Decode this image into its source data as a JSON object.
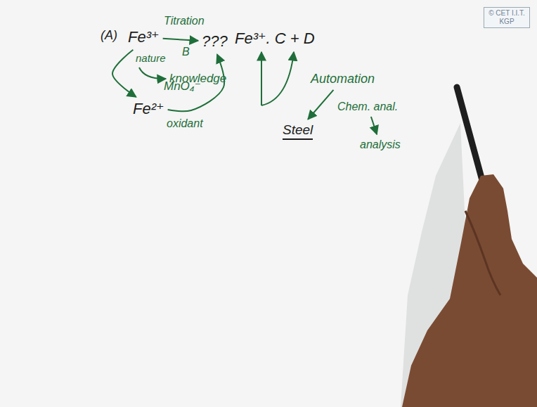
{
  "diagram": {
    "nodes": [
      {
        "text": [
          "Fe³⁺"
        ]
      },
      {
        "text": [
          "???"
        ]
      },
      {
        "text": [
          "Fe³⁺. C + D"
        ]
      },
      {
        "text": [
          "Fe²⁺"
        ]
      },
      {
        "text": [
          "Automation"
        ]
      },
      {
        "text": [
          "Steel"
        ]
      },
      {
        "text": [
          "Chem. anal."
        ]
      },
      {
        "text": [
          "analysis"
        ]
      },
      {
        "text": [
          "© CET I.I.T. KGP"
        ]
      }
    ],
    "edges": [
      {
        "from": 0,
        "to": 1,
        "label": "Titration",
        "arrow": "to"
      },
      {
        "from": 0,
        "to": 3,
        "label": "nature",
        "arrow": "to"
      },
      {
        "from": 3,
        "to": 1,
        "label": "MnO₄⁻",
        "arrow": "to"
      },
      {
        "from": 4,
        "to": 5,
        "arrow": "to"
      },
      {
        "from": 6,
        "to": 7,
        "arrow": "to"
      }
    ],
    "labels": [
      "(A)",
      "B",
      "knowledge",
      "oxidant"
    ]
  }
}
